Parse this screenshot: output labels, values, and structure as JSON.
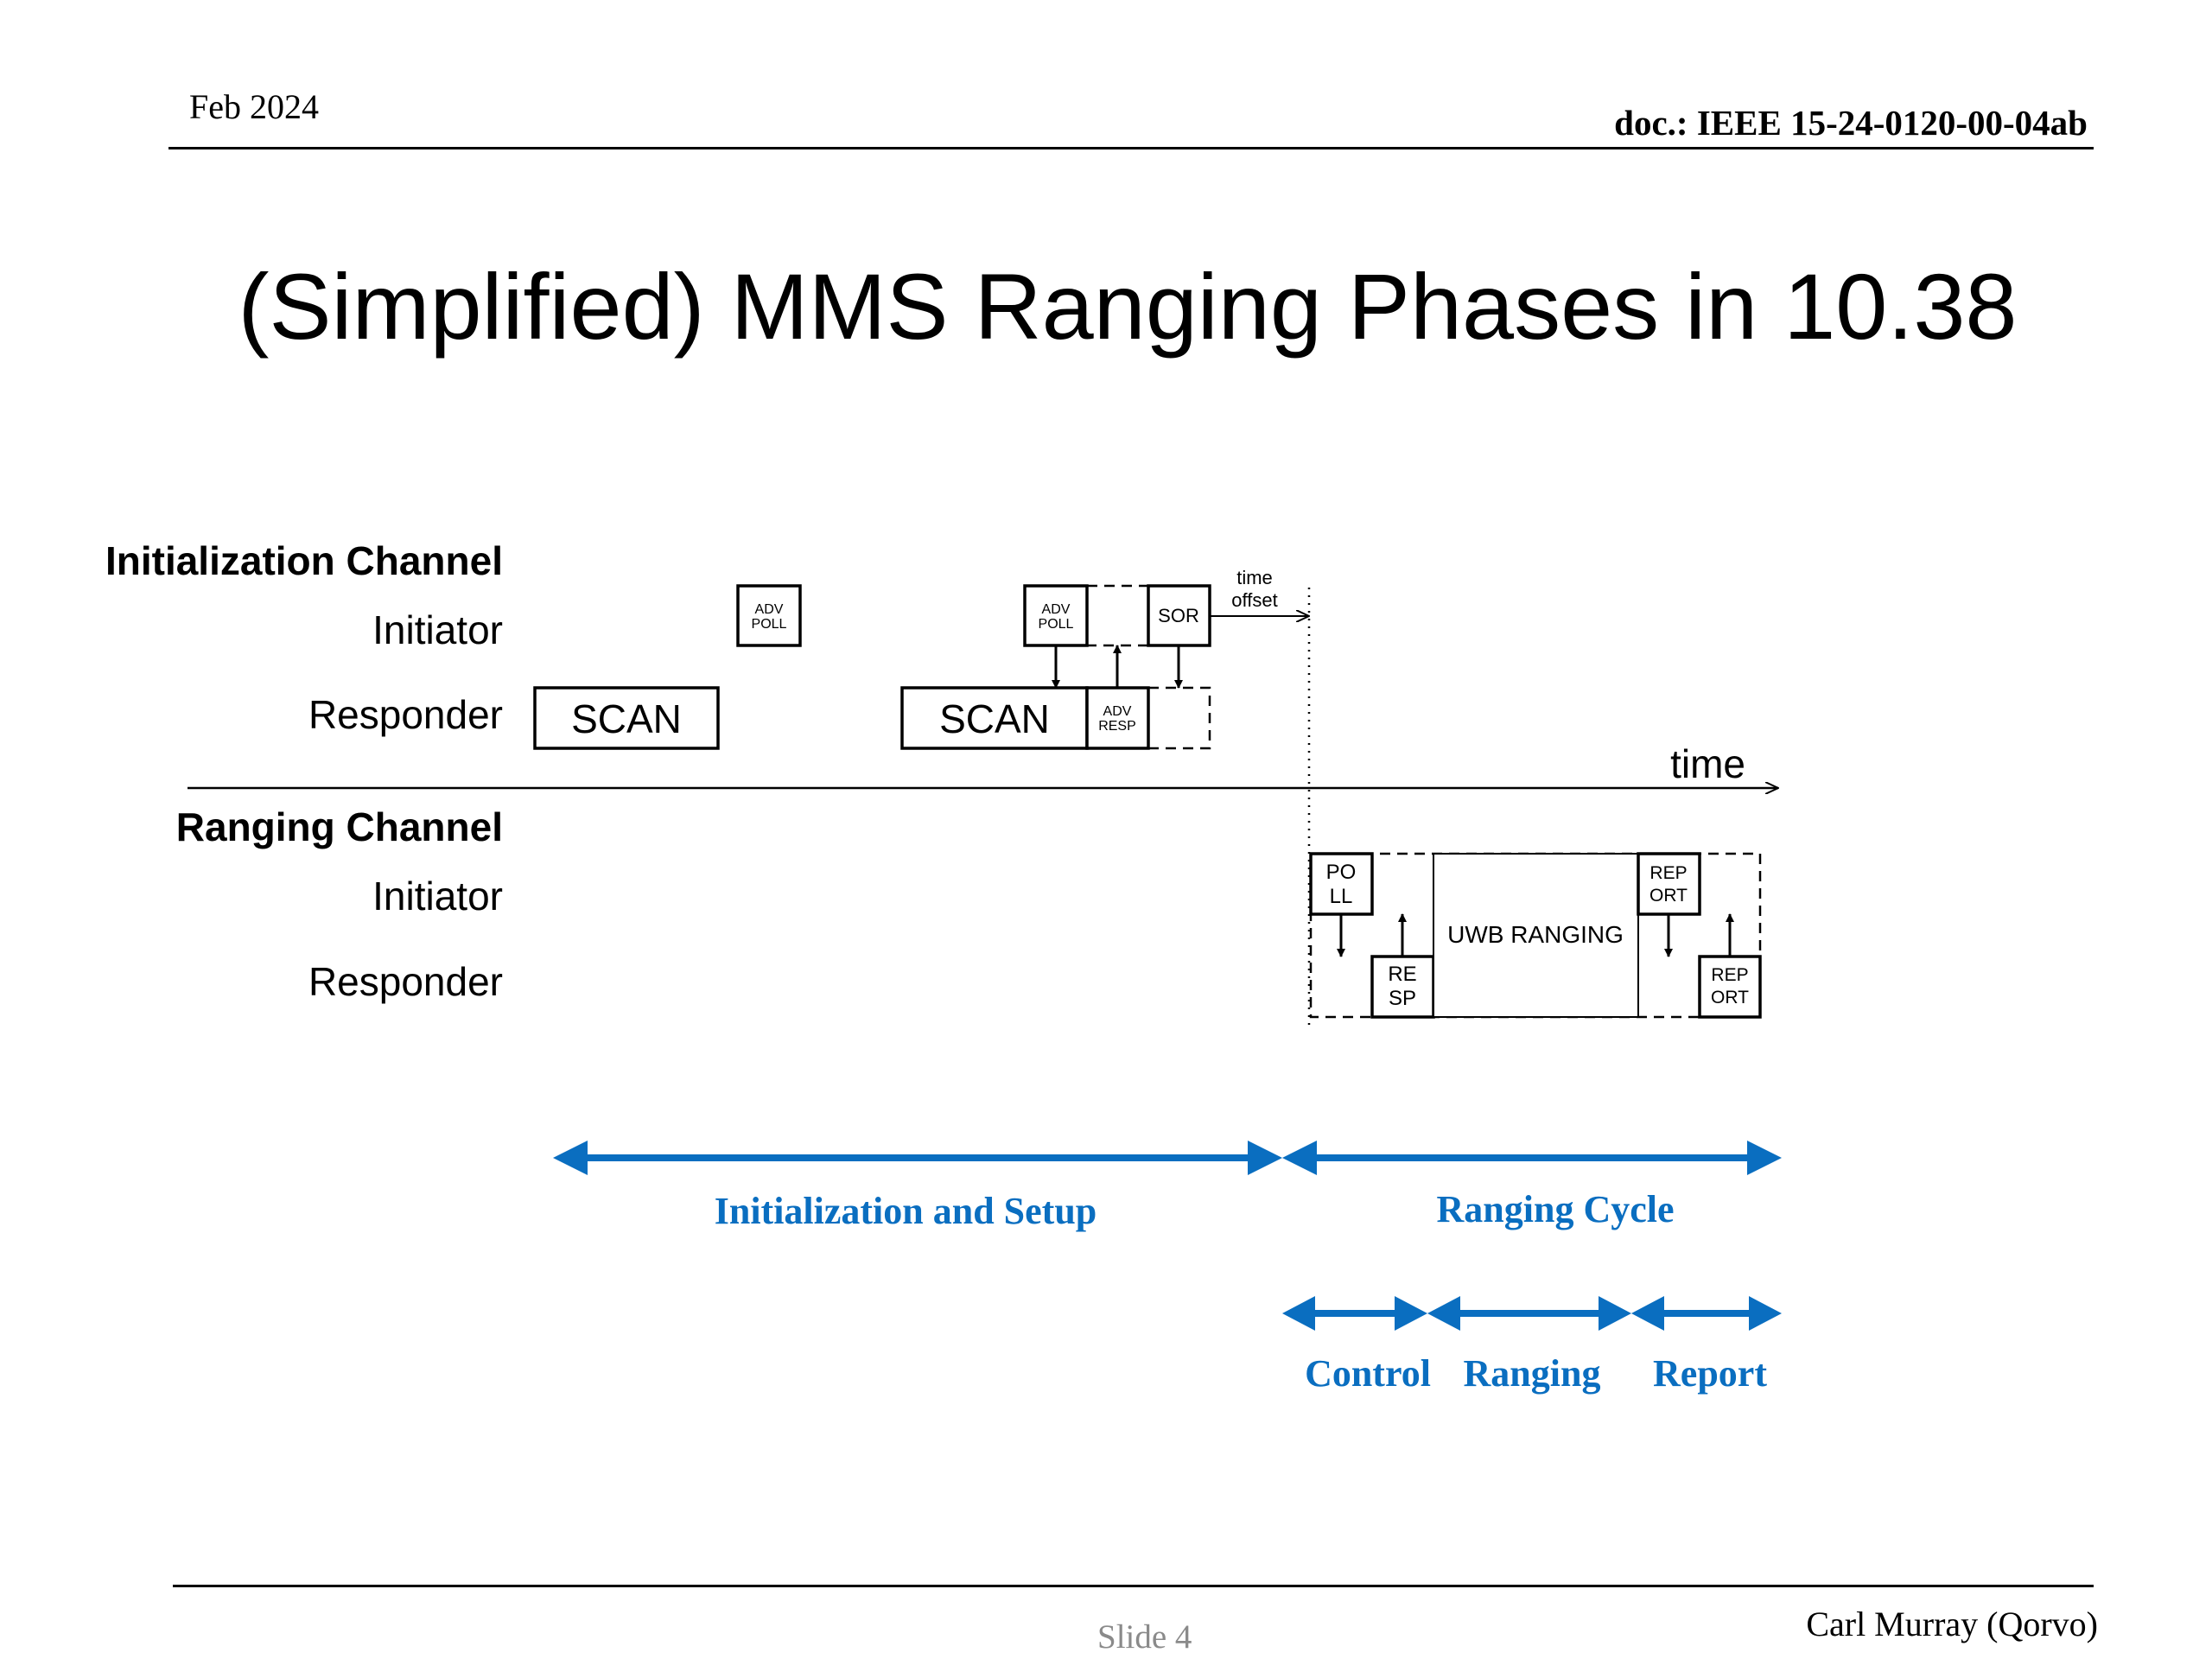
{
  "header": {
    "date": "Feb 2024",
    "doc": "doc.: IEEE 15-24-0120-00-04ab"
  },
  "title": "(Simplified) MMS Ranging Phases in 10.38",
  "diagram": {
    "init_channel": "Initialization Channel",
    "ranging_channel": "Ranging Channel",
    "initiator": "Initiator",
    "responder": "Responder",
    "time": "time",
    "time_offset": [
      "time",
      "offset"
    ],
    "scan": "SCAN",
    "adv_poll": [
      "ADV",
      "POLL"
    ],
    "adv_resp": [
      "ADV",
      "RESP"
    ],
    "sor": "SOR",
    "poll": [
      "PO",
      "LL"
    ],
    "resp": [
      "RE",
      "SP"
    ],
    "report": [
      "REP",
      "ORT"
    ],
    "uwb_ranging": "UWB RANGING",
    "phases": {
      "init_setup": "Initialization and Setup",
      "ranging_cycle": "Ranging Cycle",
      "control": "Control",
      "ranging": "Ranging",
      "report": "Report"
    },
    "colors": {
      "accent": "#0a6ec0",
      "line": "#000000"
    }
  },
  "footer": {
    "slide": "Slide 4",
    "author": "Carl Murray (Qorvo)"
  }
}
